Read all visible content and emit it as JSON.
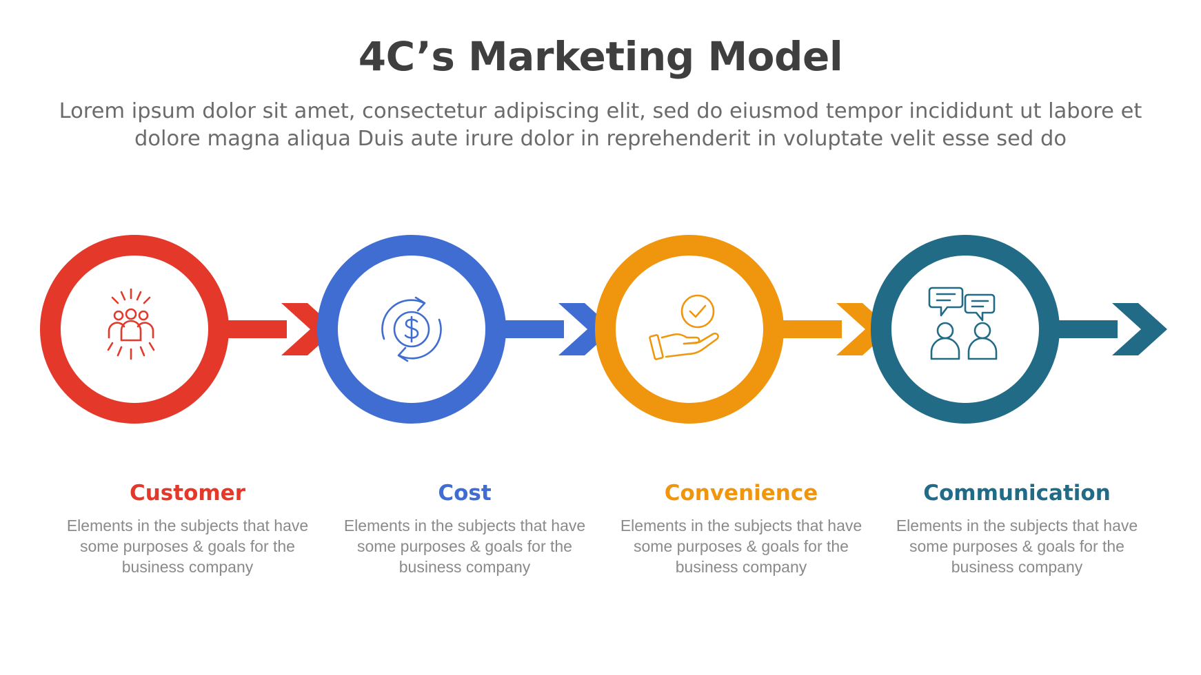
{
  "title": "4C’s Marketing Model",
  "subtitle": "Lorem ipsum dolor sit amet, consectetur adipiscing elit, sed do eiusmod tempor incididunt ut labore et dolore magna aliqua Duis aute irure dolor in reprehenderit in voluptate velit esse sed do",
  "steps": [
    {
      "label": "Customer",
      "description": "Elements in the subjects that have some purposes & goals for the business company",
      "color": "#e3382a",
      "icon": "customer-group-icon"
    },
    {
      "label": "Cost",
      "description": "Elements in the subjects that have some purposes & goals for the business company",
      "color": "#3f6dd1",
      "icon": "dollar-cycle-icon"
    },
    {
      "label": "Convenience",
      "description": "Elements in the subjects that have some purposes & goals for the business company",
      "color": "#f0960e",
      "icon": "hand-check-icon"
    },
    {
      "label": "Communication",
      "description": "Elements in the subjects that have some purposes & goals for the business company",
      "color": "#216b86",
      "icon": "chat-people-icon"
    }
  ]
}
